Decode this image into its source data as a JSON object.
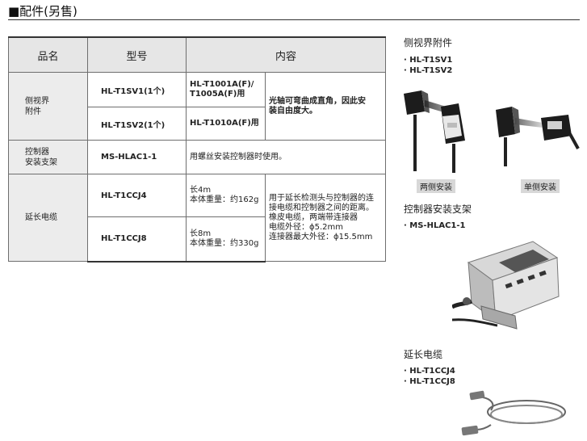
{
  "page": {
    "title": "■配件(另售)"
  },
  "table": {
    "headers": [
      "品名",
      "型号",
      "内容"
    ],
    "rows": [
      {
        "category": [
          "侧视界",
          "附件"
        ],
        "model": "HL-T1SV1(1个)",
        "spec": [
          "HL-T1001A(F)/",
          "T1005A(F)用"
        ],
        "desc": [
          "光轴可弯曲成直角，因此安",
          "装自由度大。"
        ]
      },
      {
        "model": "HL-T1SV2(1个)",
        "spec": [
          "HL-T1010A(F)用"
        ]
      },
      {
        "category": [
          "控制器",
          "安装支架"
        ],
        "model": "MS-HLAC1-1",
        "desc": [
          "用螺丝安装控制器时使用。"
        ]
      },
      {
        "category": [
          "延长电缆"
        ],
        "model": "HL-T1CCJ4",
        "spec": [
          "长4m",
          "本体重量：约162g"
        ],
        "desc": [
          "用于延长检测头与控制器的连",
          "接电缆和控制器之间的距离。",
          "橡皮电缆，两端带连接器",
          "电缆外径：ϕ5.2mm",
          "连接器最大外径：ϕ15.5mm"
        ]
      },
      {
        "model": "HL-T1CCJ8",
        "spec": [
          "长8m",
          "本体重量：约330g"
        ]
      }
    ]
  },
  "right": {
    "side_view": {
      "title": "侧视界附件",
      "items": [
        "· HL-T1SV1",
        "· HL-T1SV2"
      ],
      "labels": [
        "两侧安装",
        "单侧安装"
      ]
    },
    "bracket": {
      "title": "控制器安装支架",
      "items": [
        "· MS-HLAC1-1"
      ]
    },
    "cable": {
      "title": "延长电缆",
      "items": [
        "· HL-T1CCJ4",
        "· HL-T1CCJ8"
      ]
    }
  }
}
